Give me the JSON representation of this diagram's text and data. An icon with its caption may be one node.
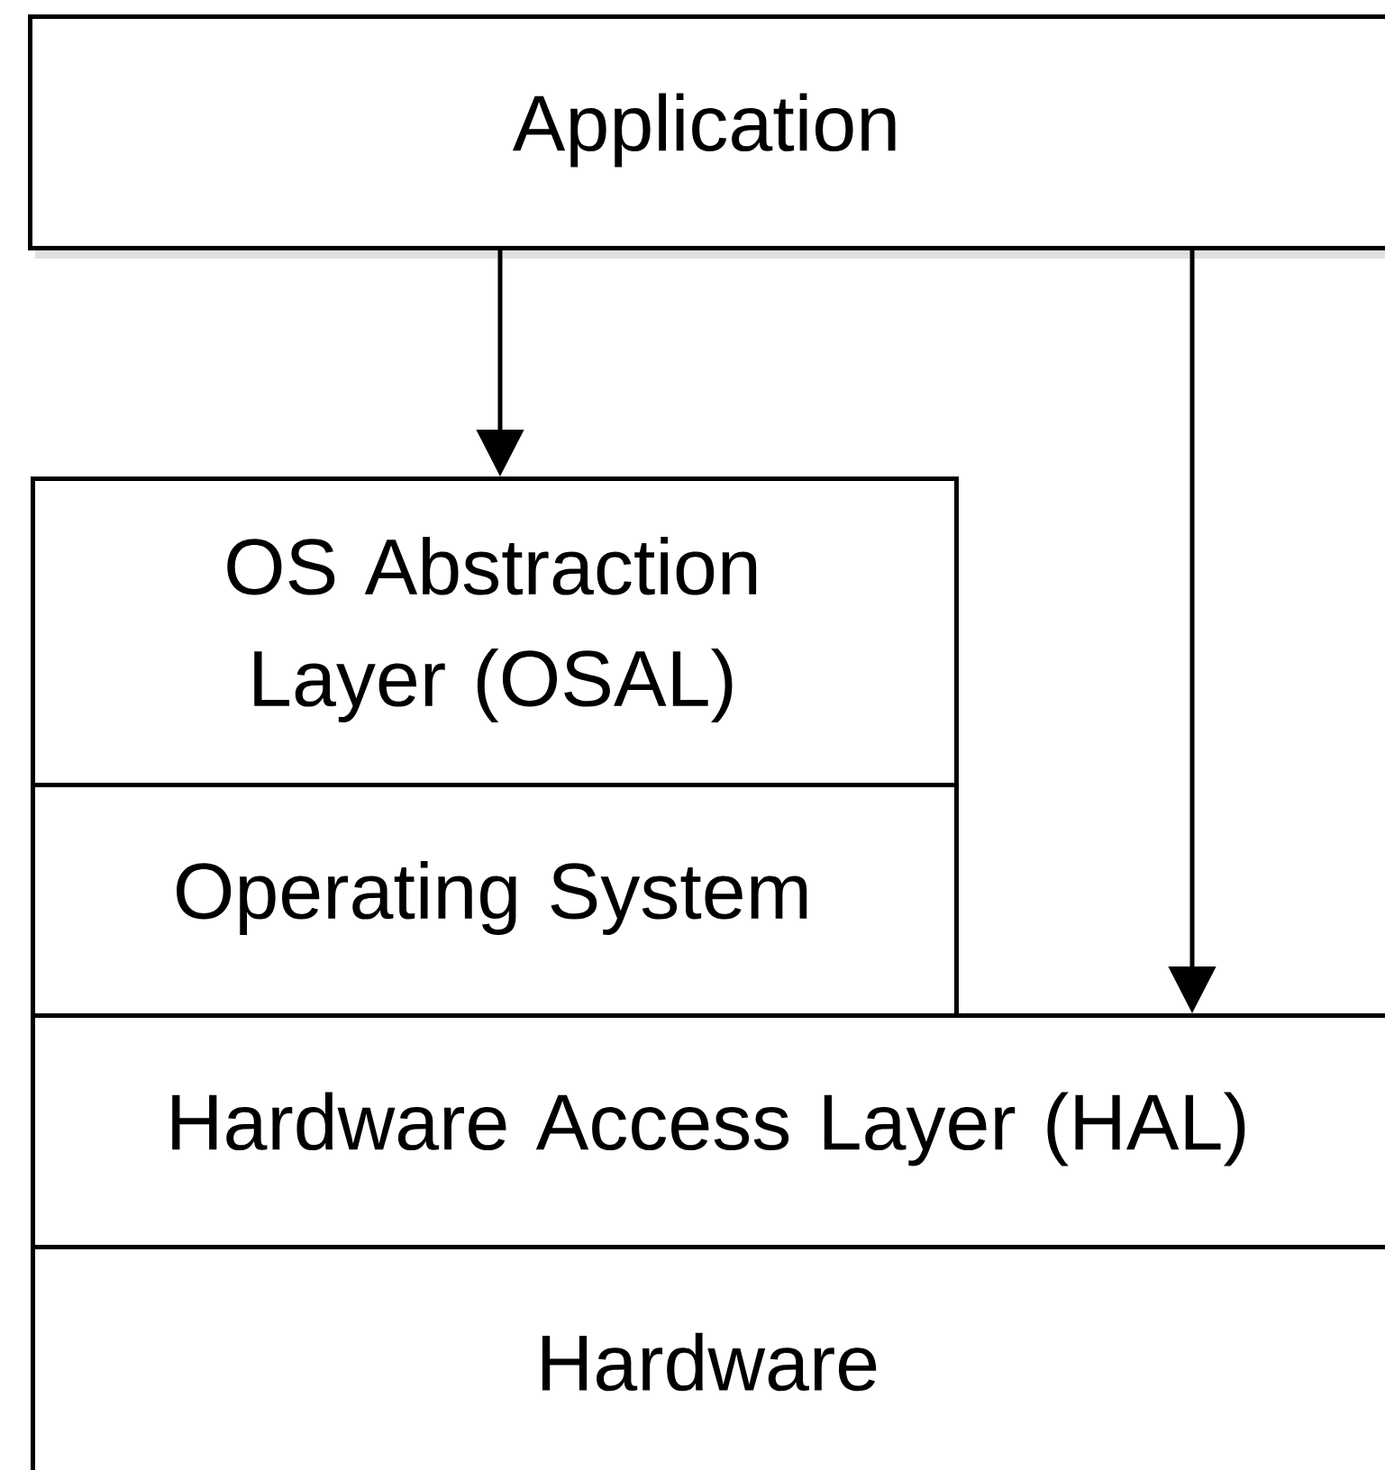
{
  "diagram": {
    "nodes": [
      {
        "text": [
          "Application"
        ]
      },
      {
        "text": [
          "OS Abstraction Layer (OSAL)"
        ]
      },
      {
        "text": [
          "Operating System"
        ]
      },
      {
        "text": [
          "Hardware Access Layer (HAL)"
        ]
      },
      {
        "text": [
          "Hardware"
        ]
      }
    ],
    "edges": [
      {
        "from": 0,
        "to": 1,
        "arrow": "to"
      },
      {
        "from": 0,
        "to": 3,
        "arrow": "to"
      }
    ]
  }
}
